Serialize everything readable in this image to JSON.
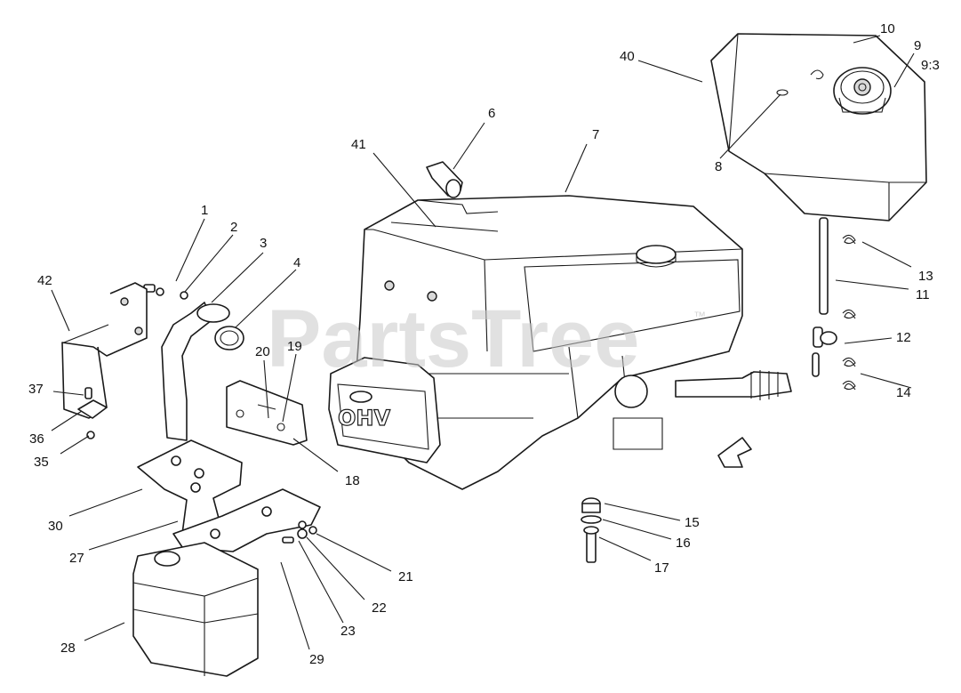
{
  "watermark": {
    "text": "PartsTree",
    "trademark": "™"
  },
  "engine_label": "OHV",
  "callouts": [
    {
      "id": "c1",
      "label": "1"
    },
    {
      "id": "c2",
      "label": "2"
    },
    {
      "id": "c3",
      "label": "3"
    },
    {
      "id": "c4",
      "label": "4"
    },
    {
      "id": "c6",
      "label": "6"
    },
    {
      "id": "c7",
      "label": "7"
    },
    {
      "id": "c8",
      "label": "8"
    },
    {
      "id": "c9",
      "label": "9"
    },
    {
      "id": "c93",
      "label": "9:3"
    },
    {
      "id": "c10",
      "label": "10"
    },
    {
      "id": "c11",
      "label": "11"
    },
    {
      "id": "c12",
      "label": "12"
    },
    {
      "id": "c13",
      "label": "13"
    },
    {
      "id": "c14",
      "label": "14"
    },
    {
      "id": "c15",
      "label": "15"
    },
    {
      "id": "c16",
      "label": "16"
    },
    {
      "id": "c17",
      "label": "17"
    },
    {
      "id": "c18",
      "label": "18"
    },
    {
      "id": "c19",
      "label": "19"
    },
    {
      "id": "c20",
      "label": "20"
    },
    {
      "id": "c21",
      "label": "21"
    },
    {
      "id": "c22",
      "label": "22"
    },
    {
      "id": "c23",
      "label": "23"
    },
    {
      "id": "c27",
      "label": "27"
    },
    {
      "id": "c28",
      "label": "28"
    },
    {
      "id": "c29",
      "label": "29"
    },
    {
      "id": "c30",
      "label": "30"
    },
    {
      "id": "c35",
      "label": "35"
    },
    {
      "id": "c36",
      "label": "36"
    },
    {
      "id": "c37",
      "label": "37"
    },
    {
      "id": "c40",
      "label": "40"
    },
    {
      "id": "c41",
      "label": "41"
    },
    {
      "id": "c42",
      "label": "42"
    }
  ]
}
